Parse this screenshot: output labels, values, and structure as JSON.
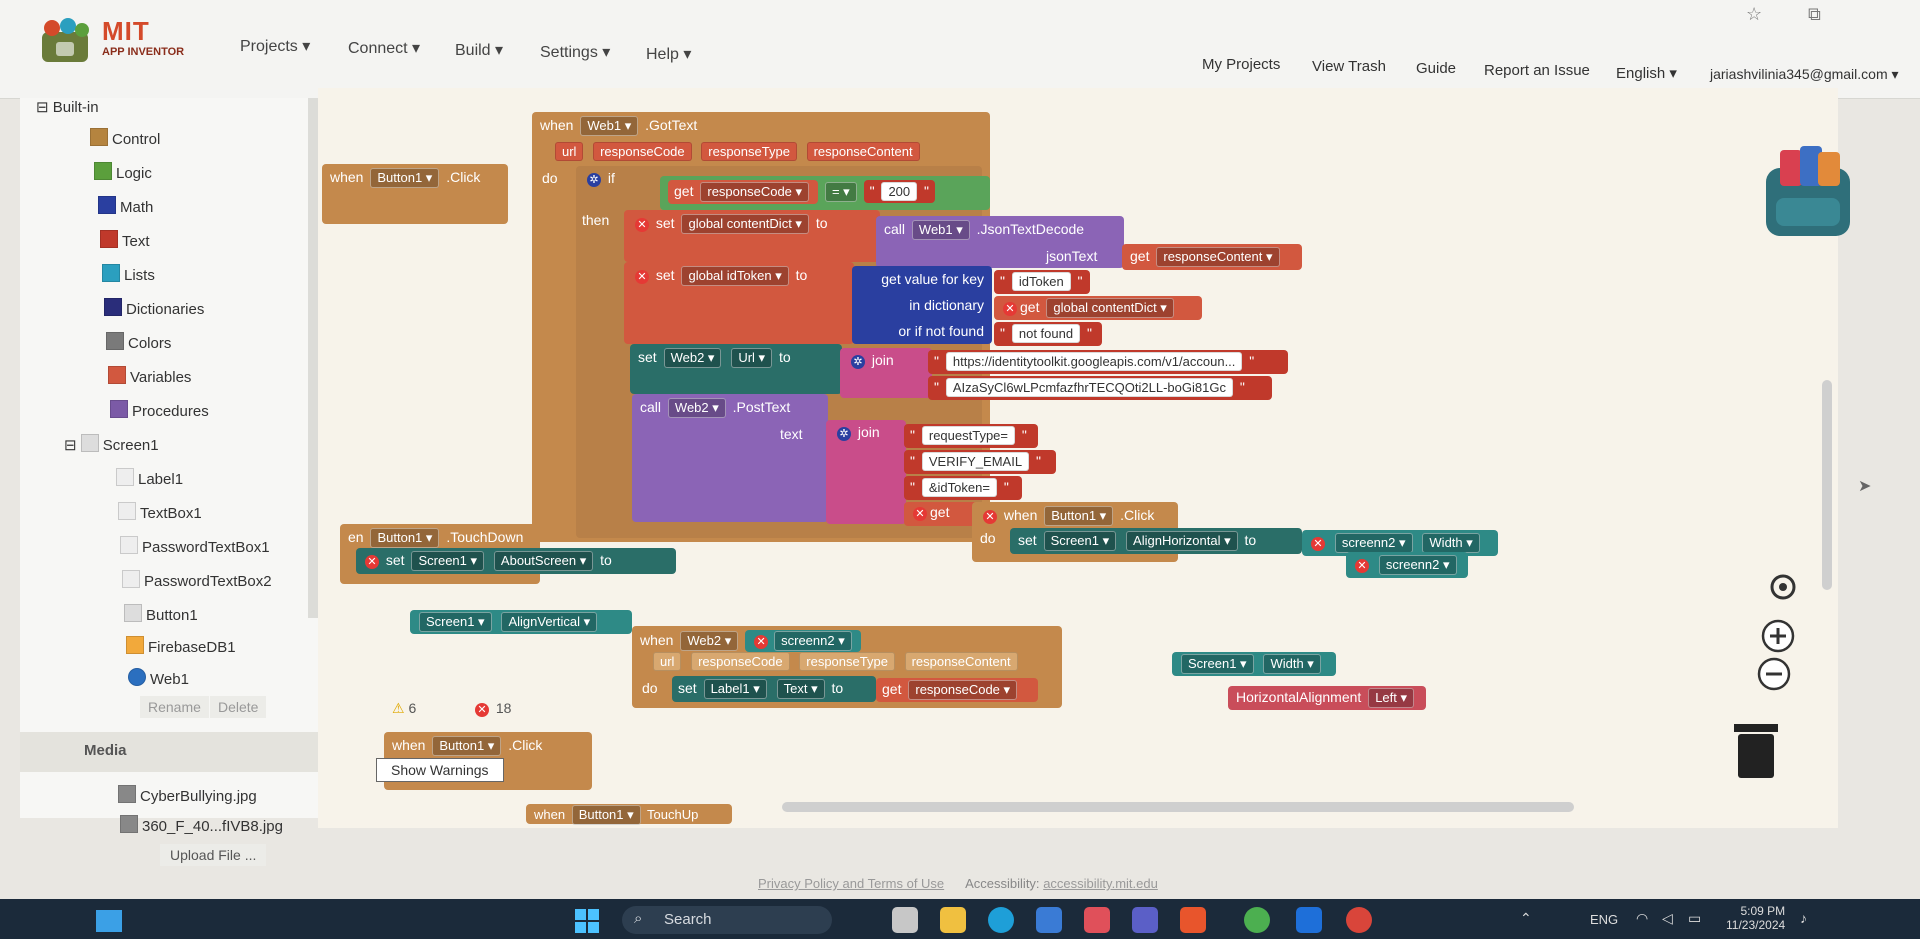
{
  "header": {
    "logo_main": "MIT",
    "logo_sub": "APP INVENTOR",
    "menu": [
      "Projects ▾",
      "Connect ▾",
      "Build ▾",
      "Settings ▾",
      "Help ▾"
    ],
    "links": [
      "My Projects",
      "View Trash",
      "Guide",
      "Report an Issue",
      "English ▾",
      "jariashvilinia345@gmail.com ▾"
    ]
  },
  "palette": {
    "builtin_label": "Built-in",
    "categories": [
      "Control",
      "Logic",
      "Math",
      "Text",
      "Lists",
      "Dictionaries",
      "Colors",
      "Variables",
      "Procedures"
    ],
    "colors": [
      "#b5843f",
      "#5b9f3c",
      "#2a3fa0",
      "#c0392b",
      "#2b9fbf",
      "#2a2d7a",
      "#7a7a7a",
      "#d2583f",
      "#7b5aa6"
    ],
    "screen": "Screen1",
    "components": [
      "Label1",
      "TextBox1",
      "PasswordTextBox1",
      "PasswordTextBox2",
      "Button1",
      "FirebaseDB1",
      "Web1"
    ],
    "rename": "Rename",
    "delete": "Delete"
  },
  "media": {
    "title": "Media",
    "files": [
      "CyberBullying.jpg",
      "360_F_40...fIVB8.jpg"
    ],
    "upload": "Upload File ..."
  },
  "blocks": {
    "when": "when",
    "do": "do",
    "then": "then",
    "set": "set",
    "to": "to",
    "get": "get",
    "call": "call",
    "if": "if",
    "join": "join",
    "url": "url",
    "web1": "Web1 ▾",
    "gottext": ".GotText",
    "responseCode": "responseCode",
    "responseType": "responseType",
    "responseContent": "responseContent",
    "eq": "= ▾",
    "code200": "200",
    "global_contentDict": "global contentDict ▾",
    "global_idToken": "global idToken ▾",
    "jsonTextDecode": ".JsonTextDecode",
    "jsonText": "jsonText",
    "get_responseContent": "responseContent ▾",
    "get_value_key": "get value for key",
    "idToken": "idToken",
    "in_dictionary": "in dictionary",
    "or_if_not_found": "or if not found",
    "not_found": "not found",
    "web2": "Web2 ▾",
    "url_prop": "Url ▾",
    "url1": "https://identitytoolkit.googleapis.com/v1/accoun...",
    "url2": "AIzaSyCl6wLPcmfazfhrTECQOti2LL-boGi81Gc",
    "posttext": ".PostText",
    "text": "text",
    "requestType": "requestType=",
    "verify": "VERIFY_EMAIL",
    "idtoken_eq": "&idToken=",
    "button1": "Button1 ▾",
    "click": ".Click",
    "touchdown": ".TouchDown",
    "touchup": "TouchUp",
    "screen1": "Screen1 ▾",
    "aboutscreen": "AboutScreen ▾",
    "alignvertical": "AlignVertical ▾",
    "alignhorizontal": "AlignHorizontal ▾",
    "screenn2": "screenn2 ▾",
    "width": "Width ▾",
    "label1": "Label1 ▾",
    "text_prop": "Text ▾",
    "get_responseCode": "responseCode ▾",
    "horizontalalignment": "HorizontalAlignment",
    "left": "Left ▾",
    "en": "en"
  },
  "warnings": {
    "warn_count": "6",
    "err_count": "18",
    "show_warnings": "Show Warnings"
  },
  "footer": {
    "privacy": "Privacy Policy and Terms of Use",
    "access_label": "Accessibility:",
    "access_link": "accessibility.mit.edu"
  },
  "taskbar": {
    "search": "Search",
    "lang": "ENG",
    "time": "5:09 PM",
    "date": "11/23/2024"
  }
}
